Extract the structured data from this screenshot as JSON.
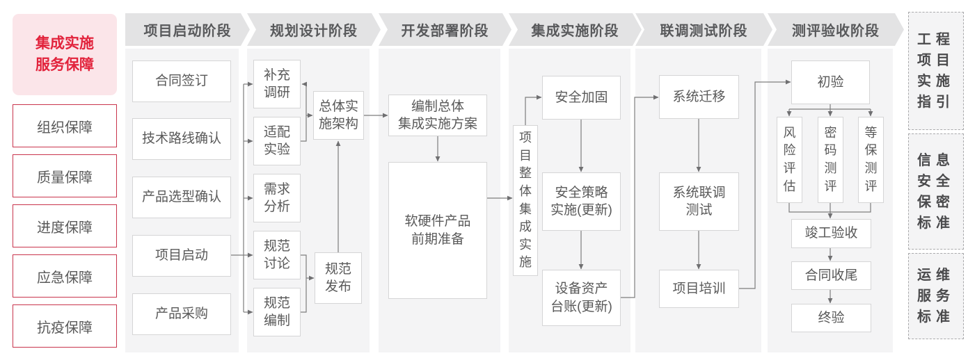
{
  "sidebar": {
    "title": "集成实施\n服务保障",
    "items": [
      "组织保障",
      "质量保障",
      "进度保障",
      "应急保障",
      "抗疫保障"
    ]
  },
  "phases": [
    "项目启动阶段",
    "规划设计阶段",
    "开发部署阶段",
    "集成实施阶段",
    "联调测试阶段",
    "测评验收阶段"
  ],
  "flow": {
    "phase1": {
      "contract_signing": "合同签订",
      "tech_route_confirm": "技术路线确认",
      "product_selection_confirm": "产品选型确认",
      "project_kickoff": "项目启动",
      "product_procurement": "产品采购"
    },
    "phase2": {
      "supplementary_research": "补充\n调研",
      "adaptation_test": "适配\n实验",
      "requirement_analysis": "需求\n分析",
      "spec_discussion": "规范\n讨论",
      "spec_compilation": "规范\n编制",
      "overall_architecture": "总体实\n施架构",
      "spec_release": "规范\n发布"
    },
    "phase3": {
      "overall_plan": "编制总体\n集成实施方案",
      "product_preparation": "软硬件产品\n前期准备"
    },
    "phase4": {
      "overall_integration": "项\n目\n整\n体\n集\n成\n实\n施",
      "security_hardening": "安全加固",
      "security_policy": "安全策略\n实施(更新)",
      "asset_ledger": "设备资产\n台账(更新)"
    },
    "phase5": {
      "system_migration": "系统迁移",
      "joint_debug_test": "系统联调\n测试",
      "project_training": "项目培训"
    },
    "phase6": {
      "preliminary_acceptance": "初验",
      "risk_assessment": "风\n险\n评\n估",
      "crypto_evaluation": "密\n码\n测\n评",
      "mlps_evaluation": "等\n保\n测\n评",
      "completion_acceptance": "竣工验收",
      "contract_closure": "合同收尾",
      "final_acceptance": "终验"
    }
  },
  "standards": [
    "工程\n项目\n实施\n指引",
    "信息\n安全\n保密\n标准",
    "运维\n服务\n标准"
  ],
  "colors": {
    "accent_red": "#e2233c",
    "pink_bg": "#fbe5e9",
    "header_gray": "#e3e3e4",
    "panel_gray": "#f4f4f5",
    "line_gray": "#7d7d7d"
  }
}
